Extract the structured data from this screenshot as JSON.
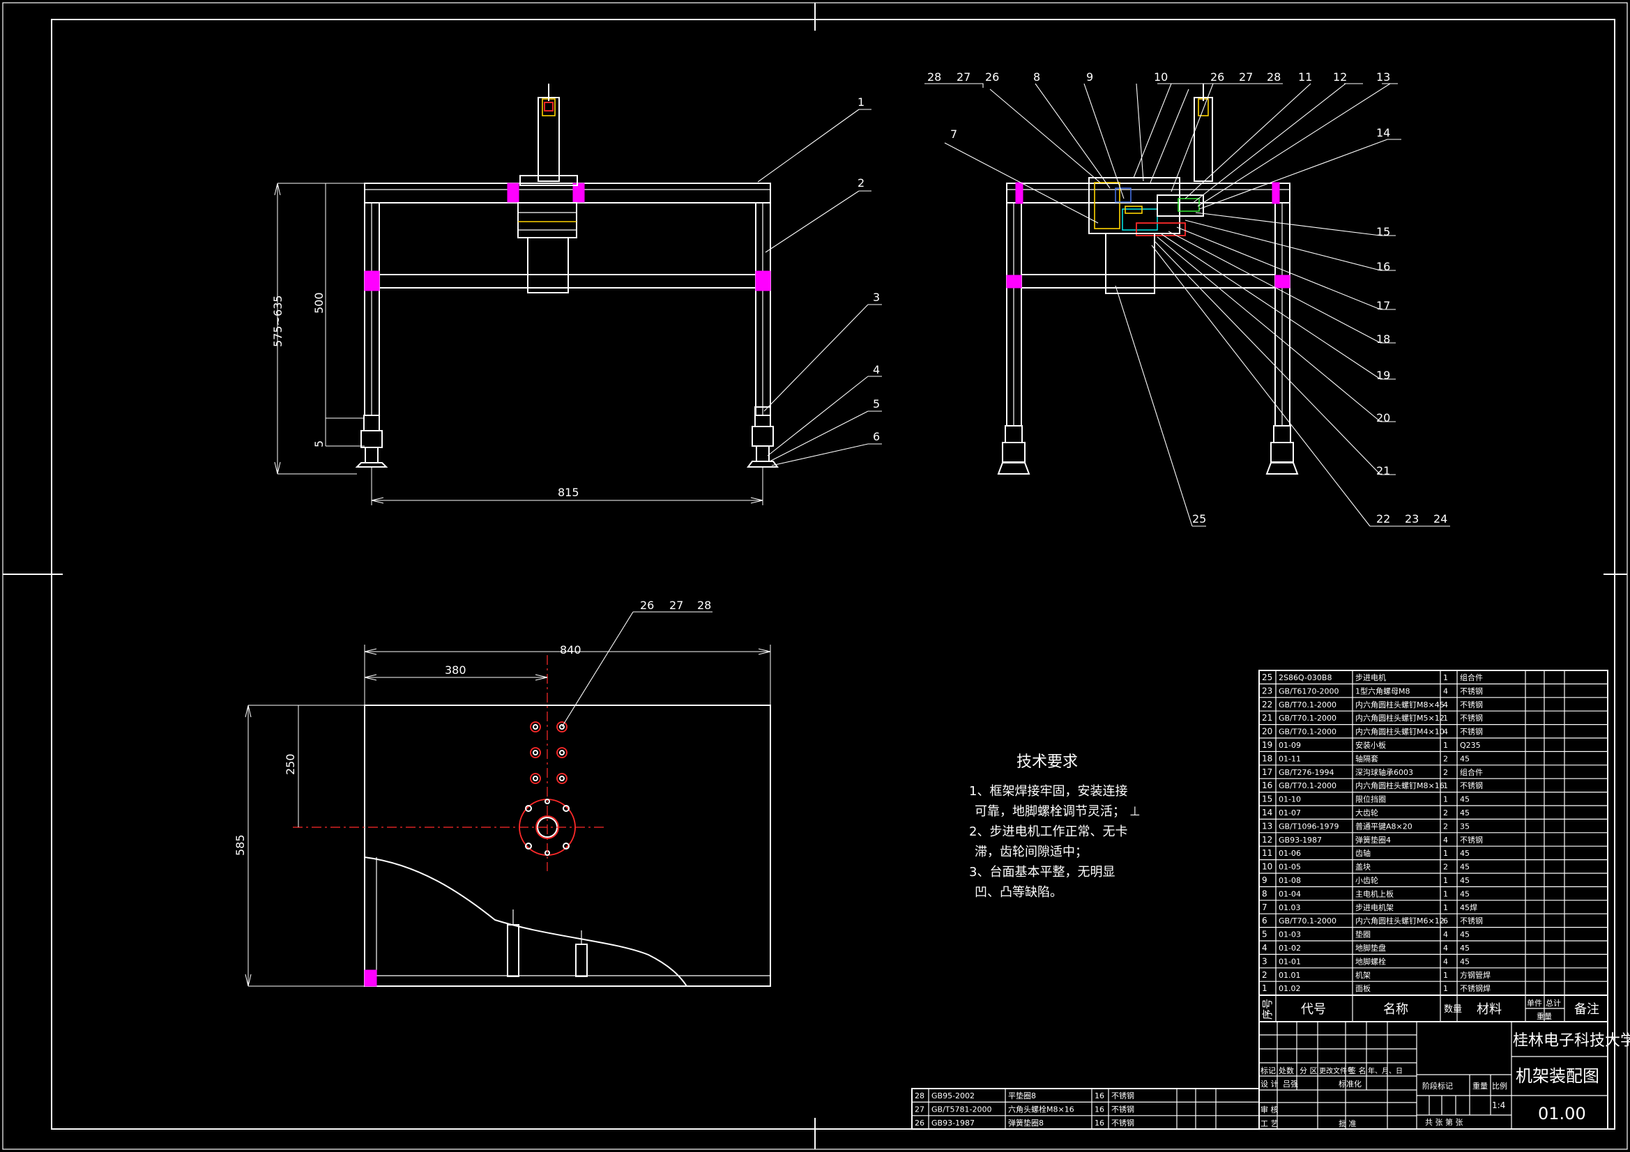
{
  "callouts": {
    "front": [
      "1",
      "2",
      "3",
      "4",
      "5",
      "6"
    ],
    "side_top": [
      "28",
      "27",
      "26",
      "8",
      "9",
      "10",
      "26",
      "27",
      "28",
      "11",
      "12",
      "13"
    ],
    "side_left": "7",
    "side_right": [
      "14",
      "15",
      "16",
      "17",
      "18",
      "19",
      "20",
      "21"
    ],
    "side_bottom": [
      "25",
      "22",
      "23",
      "24"
    ],
    "plan": [
      "26",
      "27",
      "28"
    ]
  },
  "dimensions": {
    "front_height": "575~635",
    "front_inner_height": "500",
    "front_foot": "5",
    "front_width": "815",
    "plan_width": "840",
    "plan_offset": "380",
    "plan_depth_offset": "250",
    "plan_depth": "585"
  },
  "requirements": {
    "title": "技术要求",
    "lines": [
      "1、框架焊接牢固，安装连接",
      "可靠，地脚螺栓调节灵活；",
      "2、步进电机工作正常、无卡",
      "滞，齿轮间隙适中；",
      "3、台面基本平整，无明显",
      "凹、凸等缺陷。"
    ]
  },
  "bom": {
    "rows": [
      [
        "25",
        "2S86Q-030B8",
        "步进电机",
        "1",
        "组合件"
      ],
      [
        "23",
        "GB/T6170-2000",
        "1型六角螺母M8",
        "4",
        "不锈钢"
      ],
      [
        "22",
        "GB/T70.1-2000",
        "内六角圆柱头螺钉M8×45",
        "4",
        "不锈钢"
      ],
      [
        "21",
        "GB/T70.1-2000",
        "内六角圆柱头螺钉M5×12",
        "1",
        "不锈钢"
      ],
      [
        "20",
        "GB/T70.1-2000",
        "内六角圆柱头螺钉M4×10",
        "4",
        "不锈钢"
      ],
      [
        "19",
        "01-09",
        "安装小板",
        "1",
        "Q235"
      ],
      [
        "18",
        "01-11",
        "轴隔套",
        "2",
        "45"
      ],
      [
        "17",
        "GB/T276-1994",
        "深沟球轴承6003",
        "2",
        "组合件"
      ],
      [
        "16",
        "GB/T70.1-2000",
        "内六角圆柱头螺钉M8×16",
        "1",
        "不锈钢"
      ],
      [
        "15",
        "01-10",
        "限位挡圈",
        "1",
        "45"
      ],
      [
        "14",
        "01-07",
        "大齿轮",
        "2",
        "45"
      ],
      [
        "13",
        "GB/T1096-1979",
        "普通平键A8×20",
        "2",
        "35"
      ],
      [
        "12",
        "GB93-1987",
        "弹簧垫圈4",
        "4",
        "不锈钢"
      ],
      [
        "11",
        "01-06",
        "齿轴",
        "1",
        "45"
      ],
      [
        "10",
        "01-05",
        "盖块",
        "2",
        "45"
      ],
      [
        "9",
        "01-08",
        "小齿轮",
        "1",
        "45"
      ],
      [
        "8",
        "01-04",
        "主电机上板",
        "1",
        "45"
      ],
      [
        "7",
        "01.03",
        "步进电机架",
        "1",
        "45焊"
      ],
      [
        "6",
        "GB/T70.1-2000",
        "内六角圆柱头螺钉M6×12",
        "6",
        "不锈钢"
      ],
      [
        "5",
        "01-03",
        "垫圈",
        "4",
        "45"
      ],
      [
        "4",
        "01-02",
        "地脚垫盘",
        "4",
        "45"
      ],
      [
        "3",
        "01-01",
        "地脚螺栓",
        "4",
        "45"
      ],
      [
        "2",
        "01.01",
        "机架",
        "1",
        "方钢管焊"
      ],
      [
        "1",
        "01.02",
        "面板",
        "1",
        "不锈钢焊"
      ]
    ],
    "header": {
      "seq": "序号",
      "code": "代号",
      "name": "名称",
      "qty": "数量",
      "material": "材料",
      "unit": "单件",
      "total": "总计",
      "weight": "重量",
      "remark": "备注"
    }
  },
  "extra_rows": [
    [
      "28",
      "GB95-2002",
      "平垫圈8",
      "16",
      "不锈钢"
    ],
    [
      "27",
      "GB/T5781-2000",
      "六角头螺栓M8×16",
      "16",
      "不锈钢"
    ],
    [
      "26",
      "GB93-1987",
      "弹簧垫圈8",
      "16",
      "不锈钢"
    ]
  ],
  "title_block": {
    "school": "桂林电子科技大学",
    "drawing_title": "机架装配图",
    "drawing_no": "01.00",
    "scale": "1:4",
    "labels": {
      "mark": "标记",
      "count": "处数",
      "zone": "分 区",
      "change_doc": "更改文件号",
      "sign": "签 名",
      "date": "年、月、日",
      "design": "设 计",
      "designer": "吕强",
      "standard": "标准化",
      "stage": "阶段标记",
      "weight": "重量",
      "ratio": "比例",
      "review": "审 核",
      "process": "工 艺",
      "approve": "批 准",
      "sheets": "共  张  第  张"
    }
  },
  "colors": {
    "background": "#000000",
    "lines": "#ffffff",
    "accent": "#ff00ff",
    "centerline": "#ff2a2a",
    "hidden": "#ffd400"
  }
}
